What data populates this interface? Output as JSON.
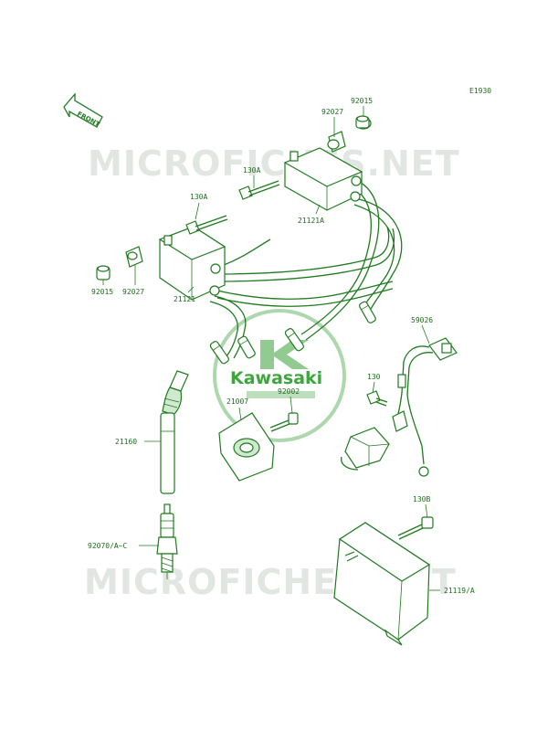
{
  "diagram": {
    "code": "E1930",
    "front_label": "FRONT",
    "watermark_text": "MICROFICHES.NET",
    "logo_text": "Kawasaki",
    "colors": {
      "line": "#1f7a1f",
      "fill": "#cfe8cf",
      "watermark": "#d8ded8",
      "logo": "#3da63d"
    },
    "parts": [
      {
        "id": "92015-top",
        "label": "92015"
      },
      {
        "id": "92027-top",
        "label": "92027"
      },
      {
        "id": "130A-upper",
        "label": "130A"
      },
      {
        "id": "130A-lower",
        "label": "130A"
      },
      {
        "id": "21121A",
        "label": "21121A"
      },
      {
        "id": "92015-left",
        "label": "92015"
      },
      {
        "id": "92027-left",
        "label": "92027"
      },
      {
        "id": "21121",
        "label": "21121"
      },
      {
        "id": "59026",
        "label": "59026"
      },
      {
        "id": "130",
        "label": "130"
      },
      {
        "id": "21007",
        "label": "21007"
      },
      {
        "id": "92002",
        "label": "92002"
      },
      {
        "id": "21160",
        "label": "21160"
      },
      {
        "id": "130B",
        "label": "130B"
      },
      {
        "id": "92070",
        "label": "92070/A~C"
      },
      {
        "id": "21119",
        "label": "21119/A"
      }
    ]
  }
}
